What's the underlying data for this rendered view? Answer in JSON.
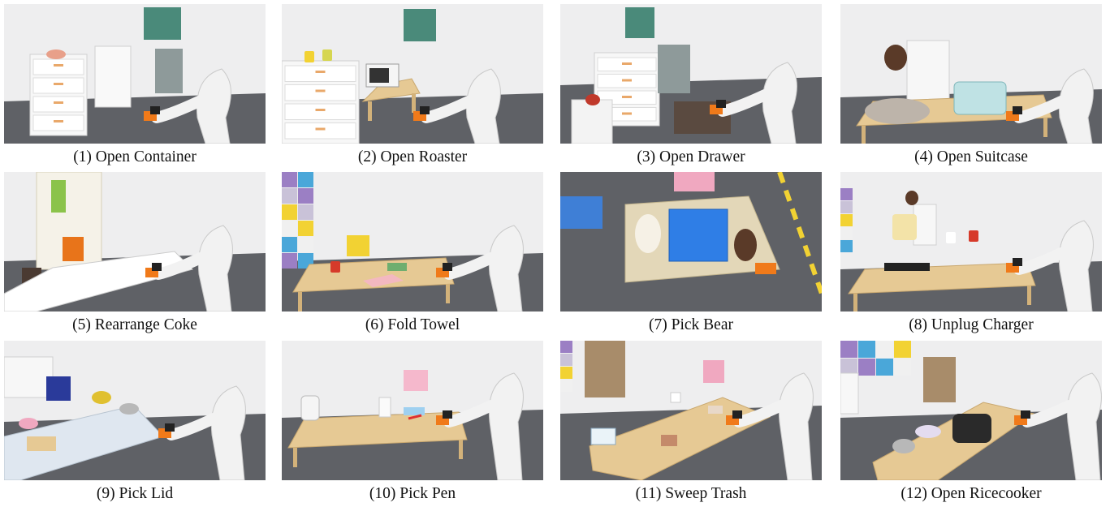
{
  "panels": [
    {
      "label": "(1) Open Container",
      "scene": "container"
    },
    {
      "label": "(2) Open Roaster",
      "scene": "roaster"
    },
    {
      "label": "(3) Open Drawer",
      "scene": "drawer"
    },
    {
      "label": "(4) Open Suitcase",
      "scene": "suitcase"
    },
    {
      "label": "(5) Rearrange Coke",
      "scene": "coke"
    },
    {
      "label": "(6) Fold Towel",
      "scene": "towel"
    },
    {
      "label": "(7) Pick Bear",
      "scene": "bear"
    },
    {
      "label": "(8) Unplug Charger",
      "scene": "charger"
    },
    {
      "label": "(9) Pick Lid",
      "scene": "lid"
    },
    {
      "label": "(10) Pick Pen",
      "scene": "pen"
    },
    {
      "label": "(11) Sweep Trash",
      "scene": "trash"
    },
    {
      "label": "(12) Open Ricecooker",
      "scene": "ricecooker"
    }
  ],
  "colors": {
    "wall": "#eeeeef",
    "floor": "#5f6166",
    "table": "#e6c994",
    "robot": "#f2f2f2",
    "cabinet": "#f7f7f7",
    "gripper": "#f07a1a",
    "mat_purple": "#9b7fc4",
    "mat_yellow": "#f2d233",
    "mat_blue": "#4aa7d9",
    "bin_blue": "#2f7ee6"
  }
}
